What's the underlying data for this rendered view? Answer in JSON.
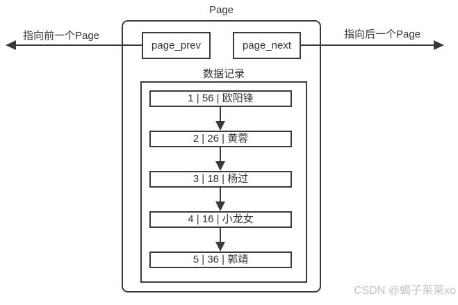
{
  "diagram": {
    "page_label": "Page",
    "page_prev_label": "page_prev",
    "page_next_label": "page_next",
    "prev_arrow_label": "指向前一个Page",
    "next_arrow_label": "指向后一个Page",
    "records": {
      "title": "数据记录",
      "items": [
        {
          "label": "1 | 56 | 欧阳锋"
        },
        {
          "label": "2 | 26 | 黄蓉"
        },
        {
          "label": "3 | 18 | 杨过"
        },
        {
          "label": "4 | 16 | 小龙女"
        },
        {
          "label": "5 | 36 | 郭靖"
        }
      ]
    },
    "colors": {
      "line": "#3a3a3a",
      "text": "#333333",
      "watermark": "#c2c2c2"
    },
    "watermark": "CSDN @蝎子莱莱xo"
  }
}
